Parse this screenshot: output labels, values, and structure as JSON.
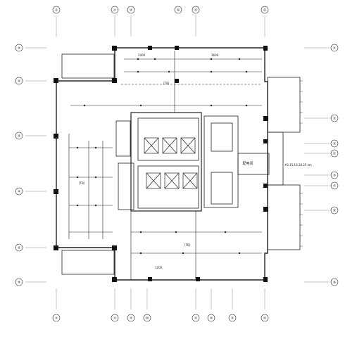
{
  "axis_bubbles_top": [
    "④",
    "⑪",
    "⑫",
    "⑳",
    "⑬",
    "㉓"
  ],
  "axis_bubbles_bottom": [
    "④",
    "⑪",
    "⑫",
    "⑳",
    "⑬",
    "⑭",
    "⑮",
    "㉓"
  ],
  "axis_bubbles_left": [
    "⑩",
    "⑬",
    "⑬",
    "⑫",
    "⑬",
    "⑭"
  ],
  "axis_bubbles_right": [
    "㉑",
    "⑬",
    "⑬",
    "⑬",
    "⑬",
    "⑰",
    "⑭",
    "⑯"
  ],
  "labels": {
    "center_panel": "配电间",
    "annotation": "#2.15,16,18.25 km",
    "dim_a": "2400",
    "dim_b": "3600",
    "dim_c": "1200",
    "room_mark": "[TB]"
  }
}
